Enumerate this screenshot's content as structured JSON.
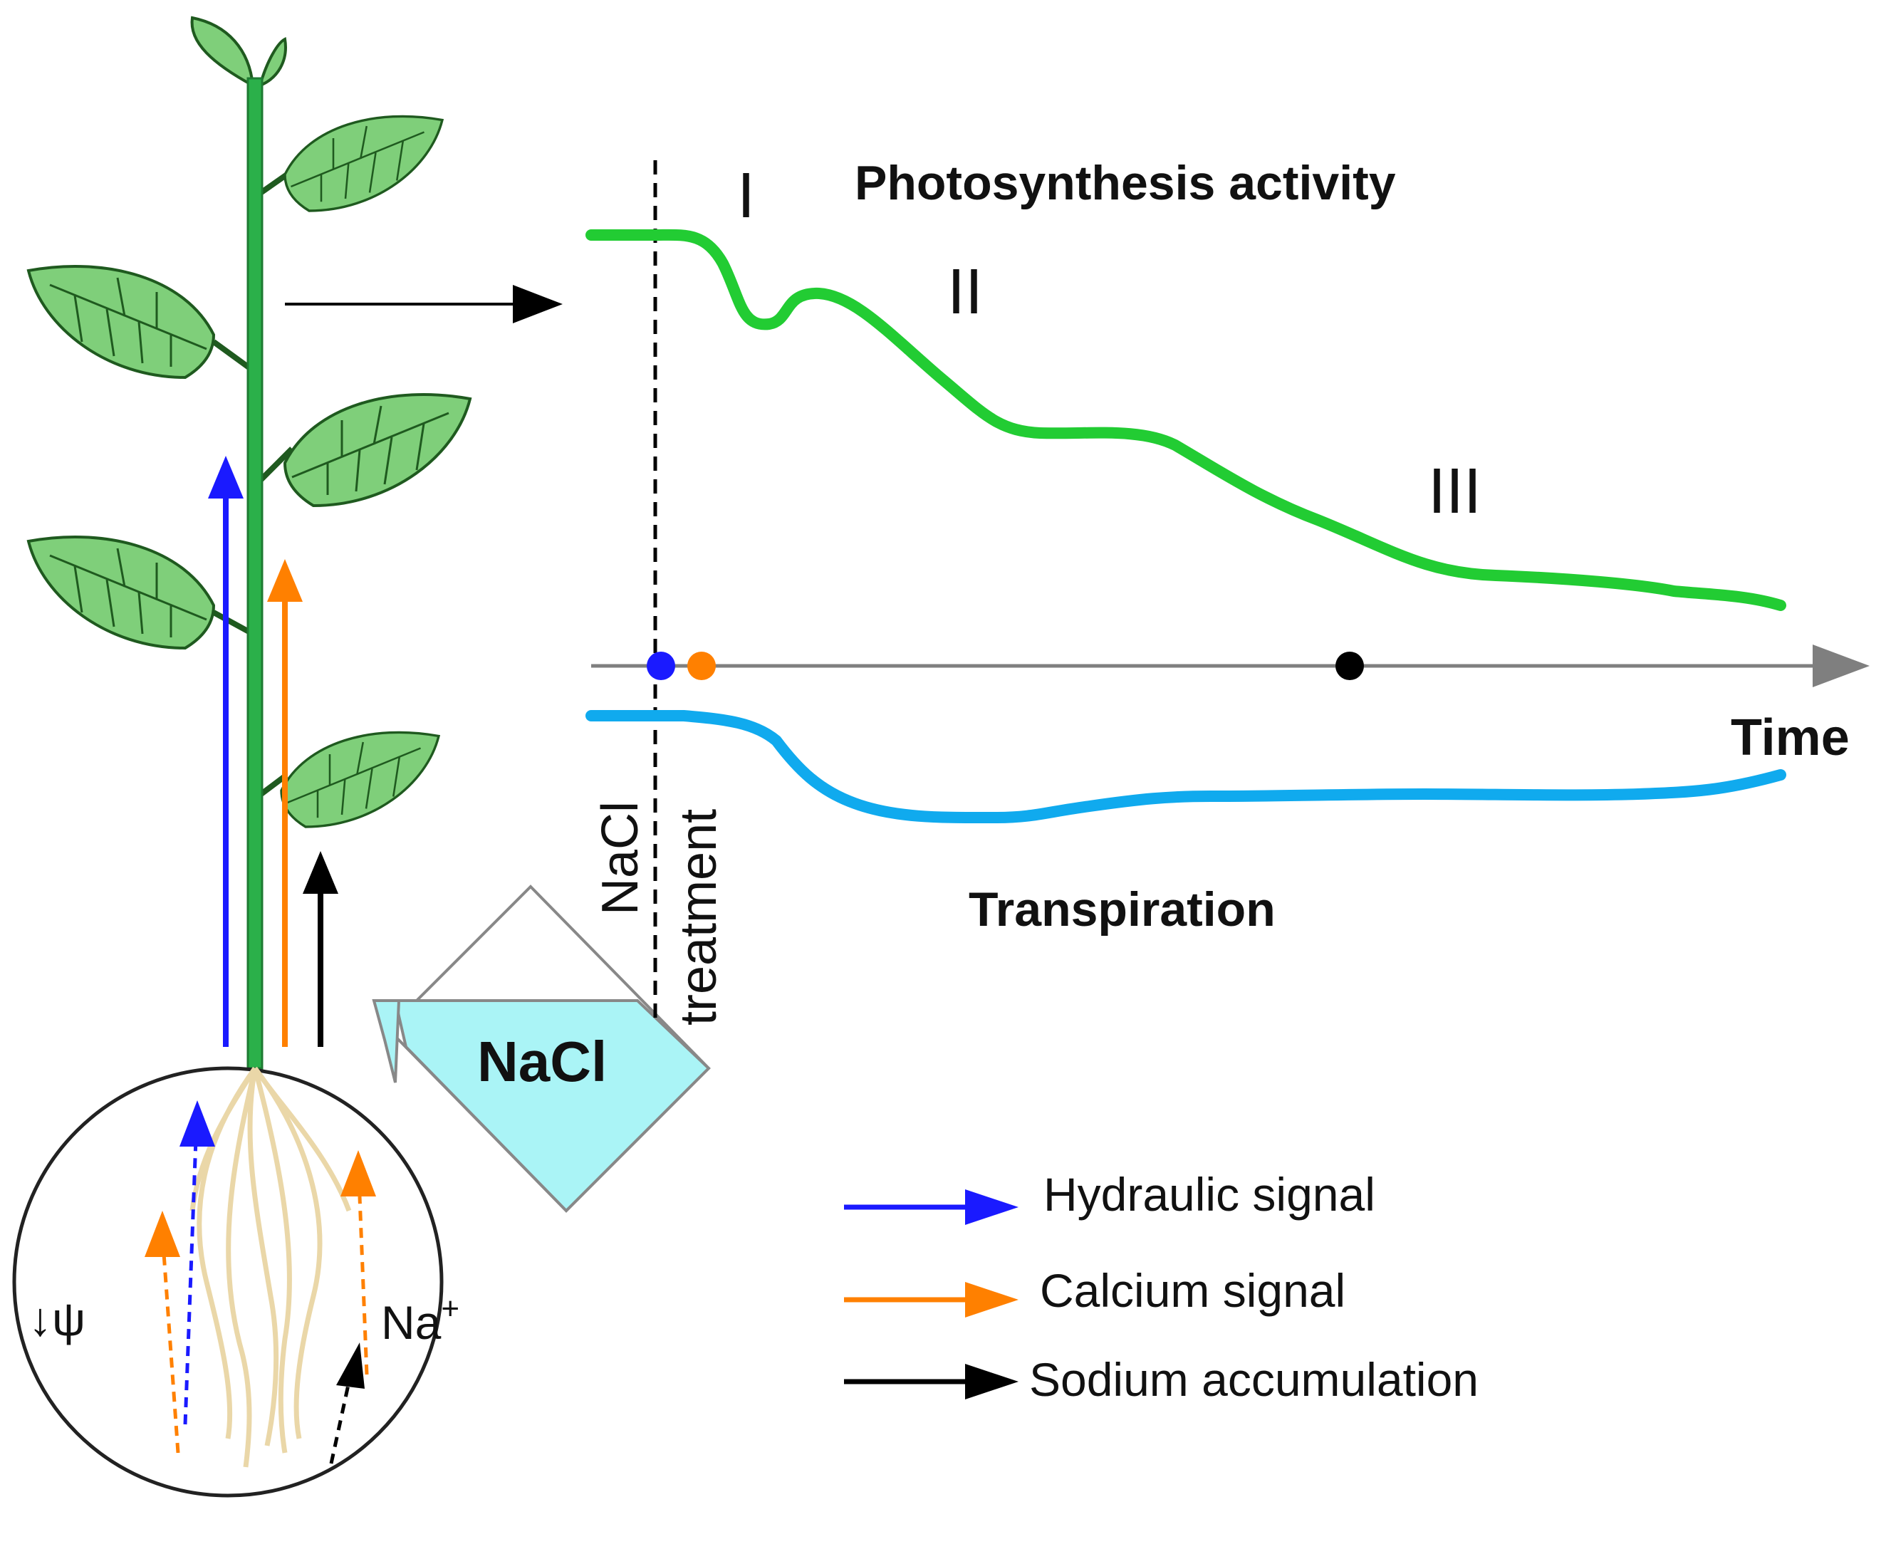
{
  "figure": {
    "photosynthesis_label": "Photosynthesis activity",
    "transpiration_label": "Transpiration",
    "time_label": "Time",
    "treatment_line1": "NaCl",
    "treatment_line2": "treatment",
    "phase_1": "I",
    "phase_2": "II",
    "phase_3": "III",
    "container_label": "NaCl",
    "root_left_label": "↓ψ",
    "root_right_label": "Na",
    "root_right_superscript": "+"
  },
  "legend": {
    "items": [
      {
        "label": "Hydraulic signal",
        "color": "#1a1aff"
      },
      {
        "label": "Calcium signal",
        "color": "#ff8000"
      },
      {
        "label": "Sodium accumulation",
        "color": "#000000"
      }
    ]
  },
  "colors": {
    "photosynthesis_curve": "#22cc33",
    "transpiration_curve": "#10aaee",
    "leaf_fill": "#7fcf7a",
    "stem": "#2bb04a",
    "root": "#ead7a8",
    "nacl_fill": "#aaf4f6",
    "time_axis": "#7f7f7f"
  },
  "markers": [
    {
      "name": "hydraulic-marker",
      "color": "#1a1aff"
    },
    {
      "name": "calcium-marker",
      "color": "#ff8000"
    },
    {
      "name": "sodium-marker",
      "color": "#000000"
    }
  ]
}
